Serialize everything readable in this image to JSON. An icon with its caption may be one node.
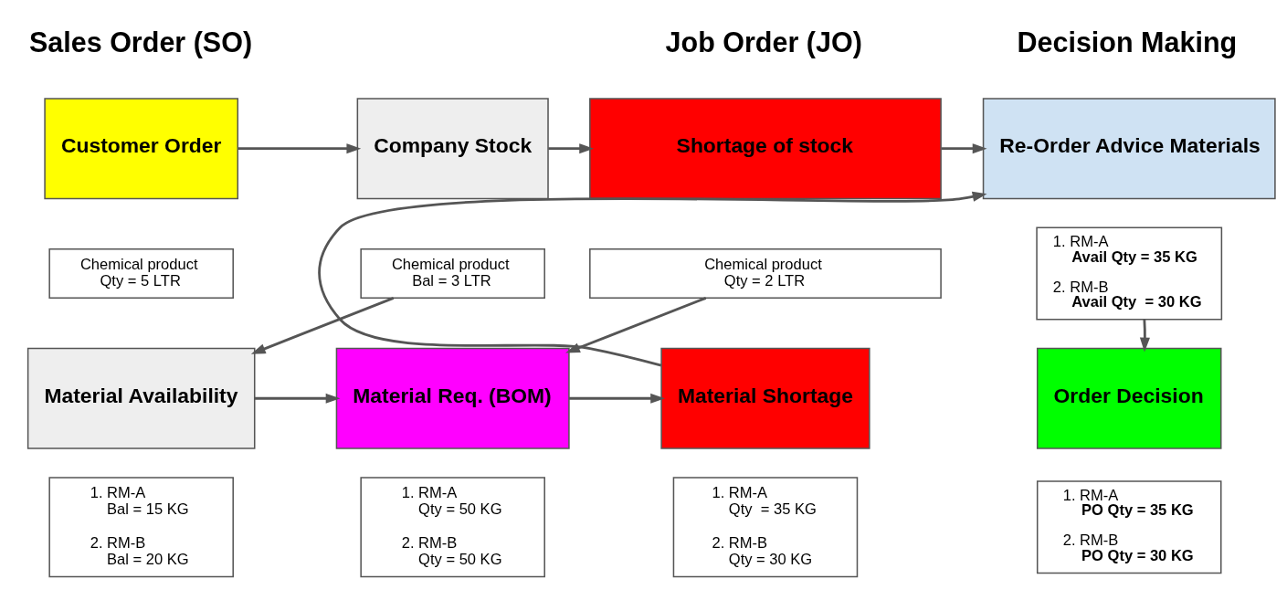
{
  "diagram": {
    "nodes": [
      {
        "text": [
          "Customer Order"
        ]
      },
      {
        "text": [
          "Chemical product Qty = 5 LTR"
        ]
      },
      {
        "text": [
          "Company Stock"
        ]
      },
      {
        "text": [
          "Chemical product Bal = 3 LTR"
        ]
      },
      {
        "text": [
          "Shortage of stock"
        ]
      },
      {
        "text": [
          "Chemical product Qty = 2 LTR"
        ]
      },
      {
        "text": [
          "Re-Order Advice Materials"
        ]
      },
      {
        "text": [
          "1. RM-A",
          "Avail Qty = 35 KG",
          "2. RM-B",
          "Avail Qty  = 30 KG"
        ]
      },
      {
        "text": [
          "Material Availability"
        ]
      },
      {
        "text": [
          "1. RM-A",
          "Bal = 15 KG",
          "2. RM-B",
          "Bal = 20 KG"
        ]
      },
      {
        "text": [
          "Material Req. (BOM)"
        ]
      },
      {
        "text": [
          "1. RM-A",
          "Qty = 50 KG",
          "2. RM-B",
          "Qty = 50 KG"
        ]
      },
      {
        "text": [
          "Material Shortage"
        ]
      },
      {
        "text": [
          "1. RM-A",
          "Qty  = 35 KG",
          "2. RM-B",
          "Qty = 30 KG"
        ]
      },
      {
        "text": [
          "Order Decision"
        ]
      },
      {
        "text": [
          "1. RM-A",
          "PO Qty = 35 KG",
          "2. RM-B",
          "PO Qty = 30 KG"
        ]
      }
    ],
    "edges": [
      {
        "from": 0,
        "to": 2,
        "arrow": "to"
      },
      {
        "from": 2,
        "to": 4,
        "arrow": "to"
      },
      {
        "from": 4,
        "to": 6,
        "arrow": "to"
      },
      {
        "from": 3,
        "to": 8,
        "arrow": "to"
      },
      {
        "from": 5,
        "to": 10,
        "arrow": "to"
      },
      {
        "from": 8,
        "to": 10,
        "arrow": "to"
      },
      {
        "from": 10,
        "to": 12,
        "arrow": "to"
      },
      {
        "from": 12,
        "to": 6,
        "arrow": "to"
      },
      {
        "from": 7,
        "to": 14,
        "arrow": "to"
      }
    ],
    "labels": [
      "Sales Order (SO)",
      "Job Order (JO)",
      "Decision Making"
    ]
  }
}
